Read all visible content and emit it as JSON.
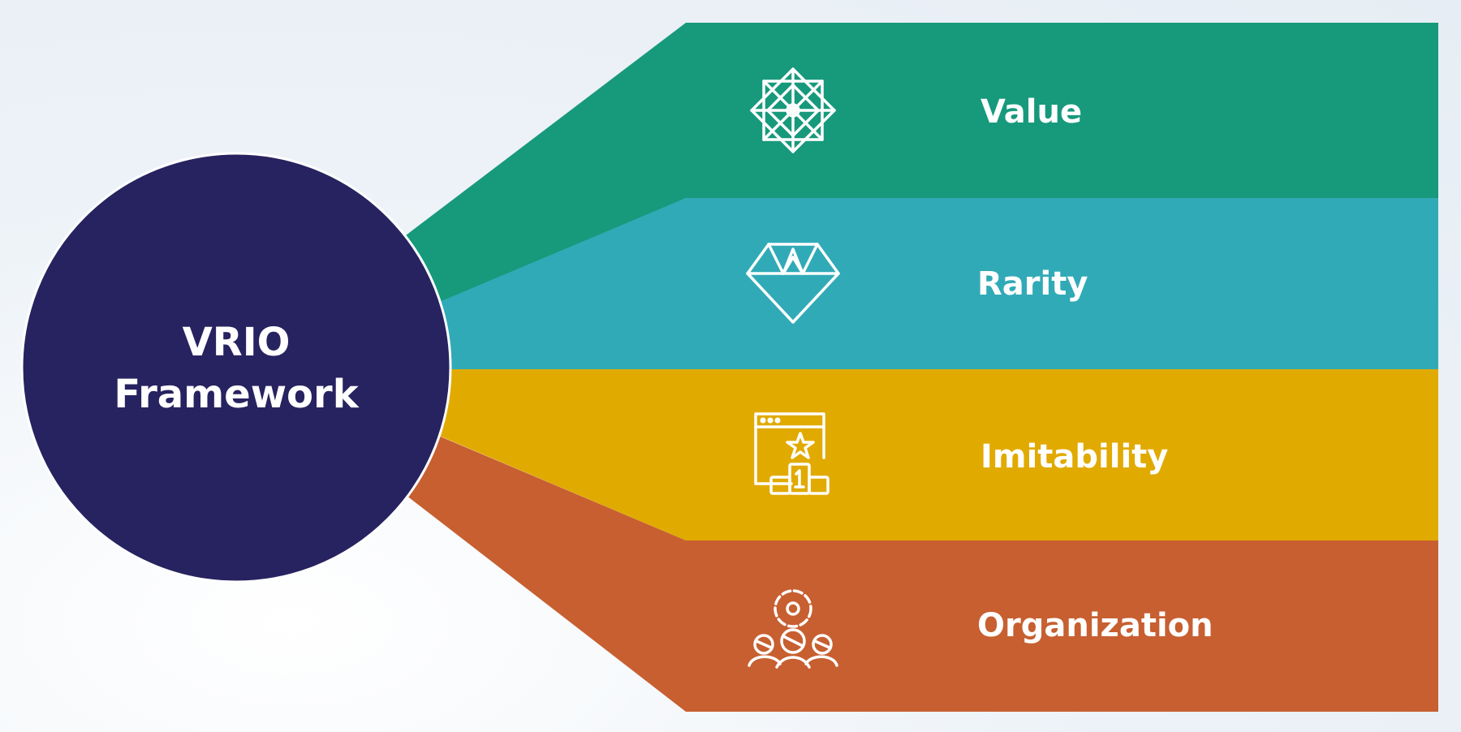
{
  "hub": {
    "line1": "VRIO",
    "line2": "Framework",
    "color": "#272360"
  },
  "bands": [
    {
      "label": "Value",
      "icon": "star-ornament-icon",
      "color": "#17997c"
    },
    {
      "label": "Rarity",
      "icon": "diamond-icon",
      "color": "#31aab7"
    },
    {
      "label": "Imitability",
      "icon": "ranking-podium-icon",
      "color": "#e1aa00"
    },
    {
      "label": "Organization",
      "icon": "team-gear-icon",
      "color": "#c75f30"
    }
  ]
}
